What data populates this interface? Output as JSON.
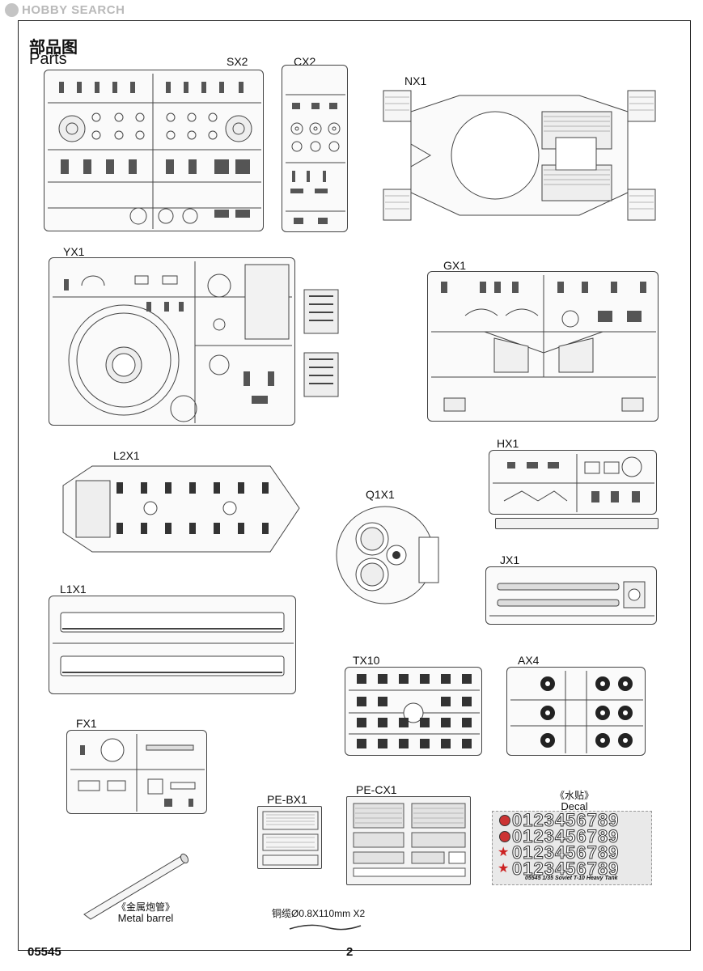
{
  "watermark": "HOBBY SEARCH",
  "page": {
    "title_zh": "部品图",
    "title_en": "Parts",
    "code": "05545",
    "page_number": "2"
  },
  "sprues": {
    "sx2": "SX2",
    "cx2": "CX2",
    "nx1": "NX1",
    "yx1": "YX1",
    "gx1": "GX1",
    "l2x1": "L2X1",
    "hx1": "HX1",
    "q1x1": "Q1X1",
    "jx1": "JX1",
    "l1x1": "L1X1",
    "tx10": "TX10",
    "ax4": "AX4",
    "fx1": "FX1",
    "pebx1": "PE-BX1",
    "pecx1": "PE-CX1"
  },
  "decal": {
    "label_zh": "《水贴》",
    "label_en": "Decal",
    "digits": "0123456789",
    "footer": "05545 1/35 Soviet T-10 Heavy Tank"
  },
  "barrel": {
    "label_zh": "《金属炮管》",
    "label_en": "Metal barrel"
  },
  "wire": {
    "label": "铜缆Ø0.8X110mm X2"
  }
}
